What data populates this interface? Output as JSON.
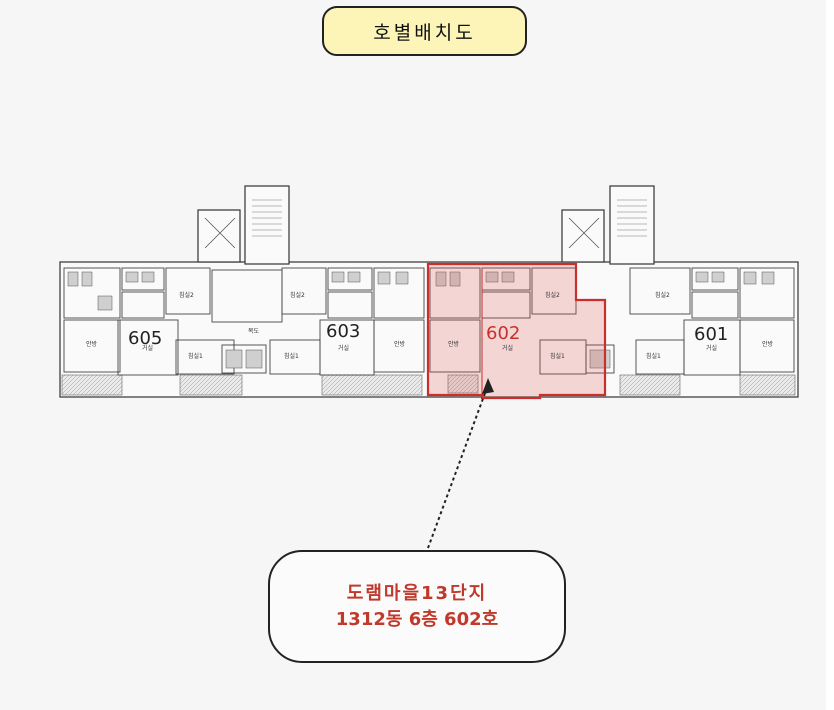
{
  "title": "호별배치도",
  "units": [
    {
      "number": "605",
      "highlighted": false
    },
    {
      "number": "603",
      "highlighted": false
    },
    {
      "number": "602",
      "highlighted": true
    },
    {
      "number": "601",
      "highlighted": false
    }
  ],
  "callout": {
    "line1": "도램마을13단지",
    "line2": "1312동 6층 602호"
  },
  "colors": {
    "highlight": "#d9534f",
    "title_bg": "#fdf5b8",
    "callout_text": "#c0392b"
  }
}
